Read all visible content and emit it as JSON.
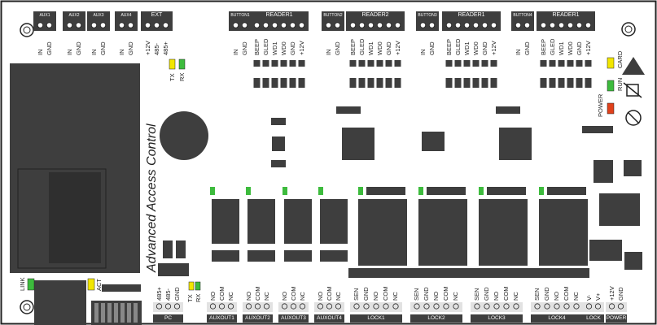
{
  "board": {
    "title": "Advanced Access Control",
    "colors": {
      "pcb": "#ffffff",
      "dark": "#3e3e3e",
      "led_yellow": "#f2e600",
      "led_green": "#3dbb3d",
      "led_red": "#e0411b"
    }
  },
  "top_headers": [
    {
      "label": "AUX1",
      "pins": [
        "IN",
        "GND"
      ]
    },
    {
      "label": "AUX2",
      "pins": [
        "IN",
        "GND"
      ]
    },
    {
      "label": "AUX3",
      "pins": [
        "IN",
        "GND"
      ]
    },
    {
      "label": "AUX4",
      "pins": [
        "IN",
        "GND"
      ]
    },
    {
      "label": "EXT",
      "pins": [
        "+12V",
        "485-",
        "485+"
      ]
    },
    {
      "label": "BUTTON1",
      "pins": [
        "IN",
        "GND"
      ]
    },
    {
      "label": "READER1",
      "pins": [
        "BEEP",
        "GLED",
        "WD1",
        "WD0",
        "GND",
        "+12V"
      ]
    },
    {
      "label": "BUTTON2",
      "pins": [
        "IN",
        "GND"
      ]
    },
    {
      "label": "READER2",
      "pins": [
        "BEEP",
        "GLED",
        "WD1",
        "WD0",
        "GND",
        "+12V"
      ]
    },
    {
      "label": "BUTTON3",
      "pins": [
        "IN",
        "GND"
      ]
    },
    {
      "label": "READER1",
      "pins": [
        "BEEP",
        "GLED",
        "WD1",
        "WD0",
        "GND",
        "+12V"
      ]
    },
    {
      "label": "BUTTON4",
      "pins": [
        "IN",
        "GND"
      ]
    },
    {
      "label": "READER1",
      "pins": [
        "BEEP",
        "GLED",
        "WD1",
        "WD0",
        "GND",
        "+12V"
      ]
    }
  ],
  "bottom_headers": [
    {
      "label": "PC",
      "pins": [
        "485+",
        "485-",
        "GND"
      ]
    },
    {
      "label": "AUXOUT1",
      "pins": [
        "NO",
        "COM",
        "NC"
      ]
    },
    {
      "label": "AUXOUT2",
      "pins": [
        "NO",
        "COM",
        "NC"
      ]
    },
    {
      "label": "AUXOUT3",
      "pins": [
        "NO",
        "COM",
        "NC"
      ]
    },
    {
      "label": "AUXOUT4",
      "pins": [
        "NO",
        "COM",
        "NC"
      ]
    },
    {
      "label": "LOCK1",
      "pins": [
        "SEN",
        "GND",
        "NO",
        "COM",
        "NC"
      ]
    },
    {
      "label": "LOCK2",
      "pins": [
        "SEN",
        "GND",
        "NO",
        "COM",
        "NC"
      ]
    },
    {
      "label": "LOCK3",
      "pins": [
        "SEN",
        "GND",
        "NO",
        "COM",
        "NC"
      ]
    },
    {
      "label": "LOCK4",
      "pins": [
        "SEN",
        "GND",
        "NO",
        "COM",
        "NC"
      ]
    },
    {
      "label": "LOCK",
      "pins": [
        "V-",
        "V+"
      ]
    },
    {
      "label": "POWER",
      "pins": [
        "+12V",
        "GND"
      ]
    }
  ],
  "indicators": {
    "tx": "TX",
    "rx": "RX",
    "card": "CARD",
    "run": "RUN",
    "power": "POWER",
    "link": "LINK",
    "act": "ACT",
    "tx2": "TX",
    "rx2": "RX"
  }
}
